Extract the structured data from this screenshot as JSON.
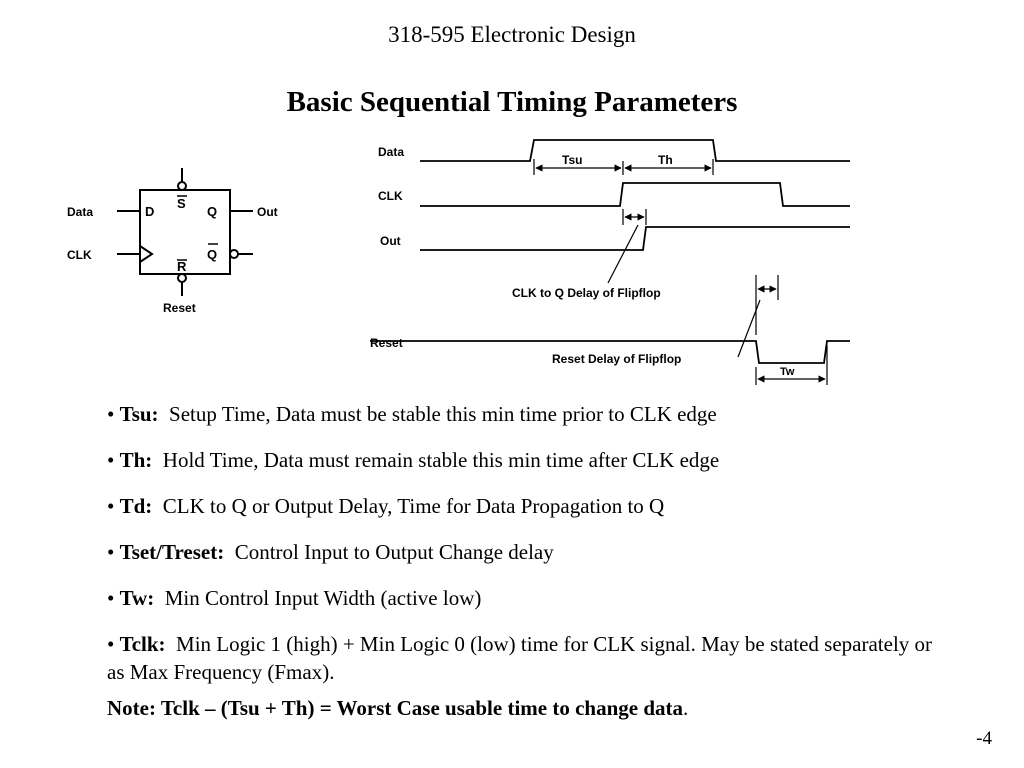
{
  "header": {
    "course": "318-595 Electronic Design",
    "title": "Basic Sequential Timing Parameters"
  },
  "flipflop": {
    "pin_d": "D",
    "pin_q": "Q",
    "pin_s": "S",
    "pin_r": "R",
    "pin_qbar": "Q",
    "label_data": "Data",
    "label_clk": "CLK",
    "label_out": "Out",
    "label_reset": "Reset"
  },
  "timing": {
    "signal_data": "Data",
    "signal_clk": "CLK",
    "signal_out": "Out",
    "signal_reset": "Reset",
    "tsu": "Tsu",
    "th": "Th",
    "tw": "Tw",
    "clk_to_q": "CLK to Q Delay of Flipflop",
    "reset_delay": "Reset Delay of Flipflop"
  },
  "bullets": [
    {
      "term": "Tsu:",
      "text": "Setup Time, Data must be stable this min time prior to CLK edge"
    },
    {
      "term": "Th:",
      "text": "Hold Time, Data must remain stable this min time after CLK edge"
    },
    {
      "term": "Td:",
      "text": "CLK to Q or Output Delay, Time for Data Propagation to Q"
    },
    {
      "term": "Tset/Treset:",
      "text": "Control Input to Output Change delay"
    },
    {
      "term": "Tw:",
      "text": "Min Control Input Width (active low)"
    },
    {
      "term": "Tclk:",
      "text": "Min Logic 1 (high) + Min Logic 0 (low) time for CLK signal.  May be stated separately or as Max Frequency (Fmax)."
    }
  ],
  "note": "Note:  Tclk – (Tsu + Th) = Worst Case usable time to change data",
  "note_end": ".",
  "page_number": "-4"
}
